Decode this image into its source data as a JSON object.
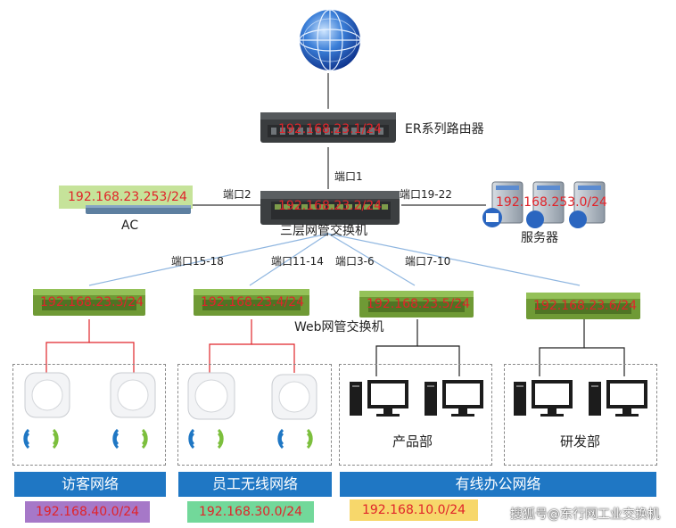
{
  "router": {
    "ip": "192.168.23.1/24",
    "label": "ER系列路由器"
  },
  "core_switch": {
    "ip": "192.168.23.2/24",
    "label": "三层网管交换机"
  },
  "ac": {
    "ip": "192.168.23.253/24",
    "label": "AC"
  },
  "servers": {
    "ip": "192.168.253.0/24",
    "label": "服务器"
  },
  "ports": {
    "p1": "端口1",
    "p2": "端口2",
    "p19_22": "端口19-22",
    "p15_18": "端口15-18",
    "p11_14": "端口11-14",
    "p3_6": "端口3-6",
    "p7_10": "端口7-10"
  },
  "web_switches": {
    "label": "Web网管交换机",
    "s1": "192.168.23.3/24",
    "s2": "192.168.23.4/24",
    "s3": "192.168.23.5/24",
    "s4": "192.168.23.6/24"
  },
  "departments": {
    "product": "产品部",
    "rnd": "研发部"
  },
  "networks": {
    "guest": {
      "name": "访客网络",
      "subnet": "192.168.40.0/24",
      "color": "#a678c8"
    },
    "staff": {
      "name": "员工无线网络",
      "subnet": "192.168.30.0/24",
      "color": "#72d89a"
    },
    "wired": {
      "name": "有线办公网络",
      "subnet": "192.168.10.0/24",
      "color": "#f7d76b"
    }
  },
  "colors": {
    "bar": "#1f77c4",
    "ip_text": "#e0242a",
    "switch_green": "#8fc24a",
    "wifi_red": "#e0242a"
  },
  "watermark": "搜狐号@东行网工业交换机"
}
